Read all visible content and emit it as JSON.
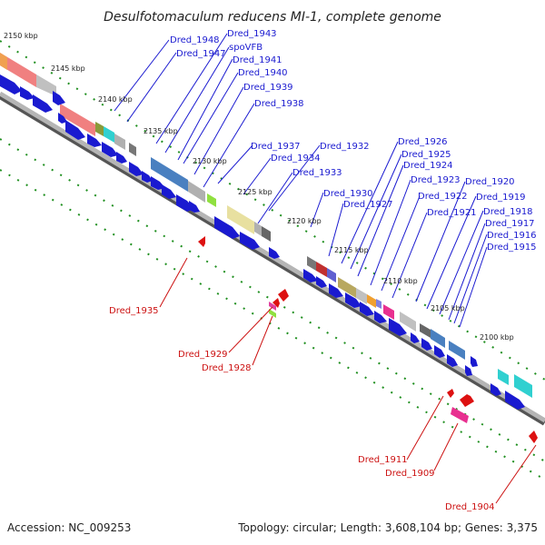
{
  "title": "Desulfotomaculum reducens MI-1, complete genome",
  "footer": {
    "accession": "Accession: NC_009253",
    "topology": "Topology: circular; Length: 3,608,104 bp; Genes: 3,375"
  },
  "ticks": [
    "2150 kbp",
    "2145 kbp",
    "2140 kbp",
    "2135 kbp",
    "2130 kbp",
    "2125 kbp",
    "2120 kbp",
    "2115 kbp",
    "2110 kbp",
    "2105 kbp",
    "2100 kbp"
  ],
  "forward_labels": [
    "Dred_1948",
    "Dred_1947",
    "Dred_1943",
    "spoVFB",
    "Dred_1941",
    "Dred_1940",
    "Dred_1939",
    "Dred_1938",
    "Dred_1937",
    "Dred_1934",
    "Dred_1933",
    "Dred_1932",
    "Dred_1930",
    "Dred_1927",
    "Dred_1926",
    "Dred_1925",
    "Dred_1924",
    "Dred_1923",
    "Dred_1922",
    "Dred_1921",
    "Dred_1920",
    "Dred_1919",
    "Dred_1918",
    "Dred_1917",
    "Dred_1916",
    "Dred_1915"
  ],
  "reverse_labels": [
    "Dred_1935",
    "Dred_1929",
    "Dred_1928",
    "Dred_1911",
    "Dred_1909",
    "Dred_1904"
  ],
  "colors": {
    "forward": "#1a1ad0",
    "reverse": "#cc1111",
    "track": "#909090",
    "dots": "#1f8f1f"
  }
}
